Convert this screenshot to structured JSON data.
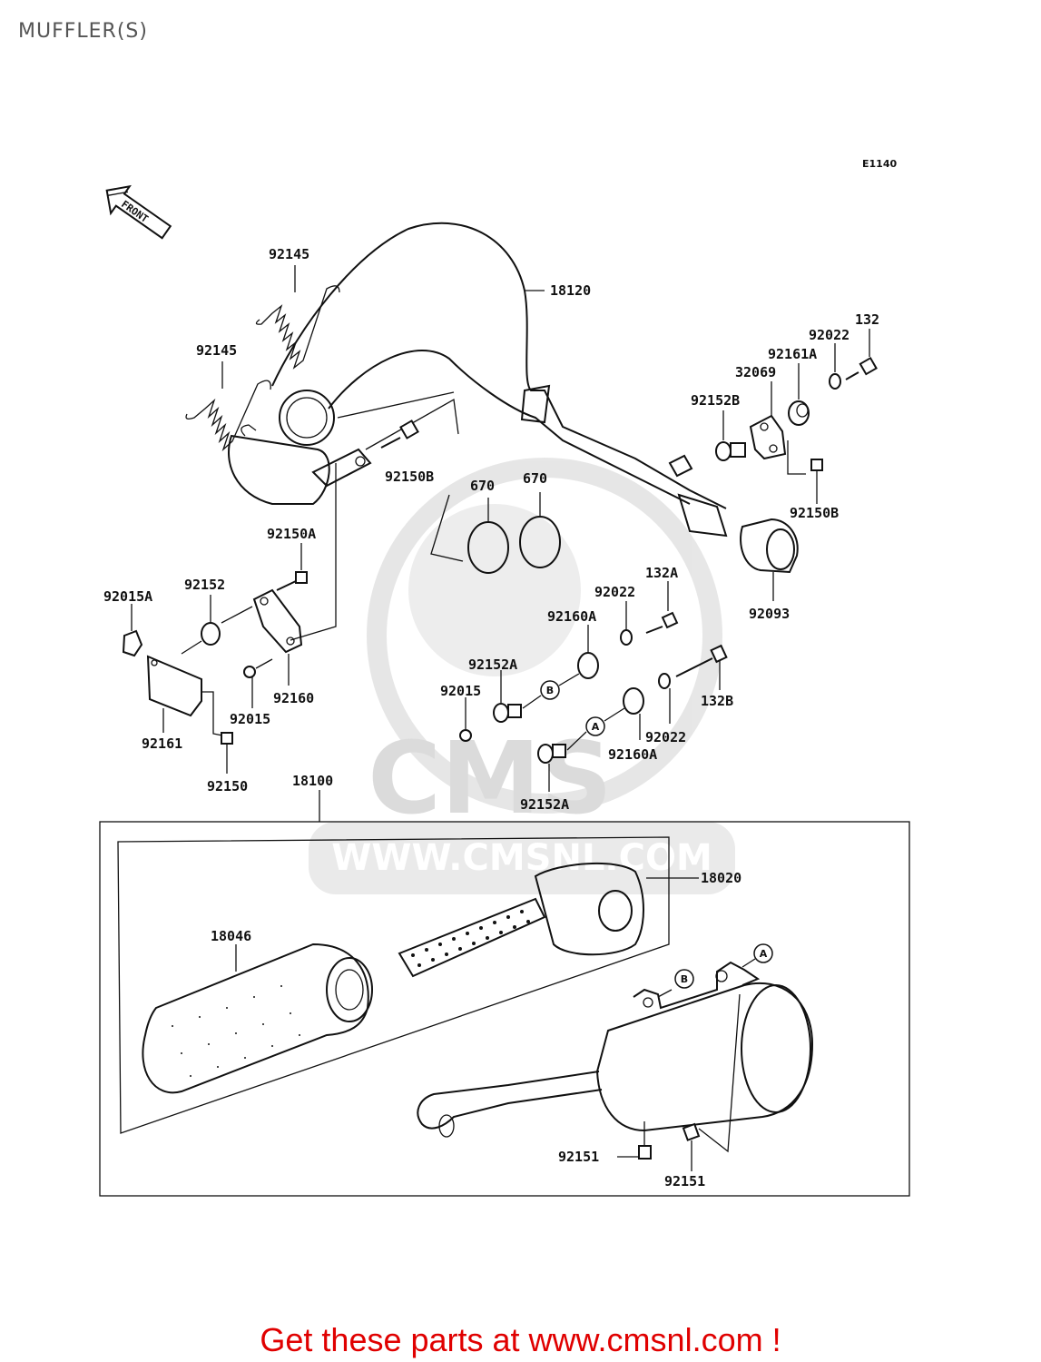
{
  "page": {
    "title": "MUFFLER(S)",
    "diagram_ref": "E1140"
  },
  "front_marker": "FRONT",
  "watermark": {
    "logo": "CMS",
    "url": "WWW.CMSNL.COM"
  },
  "callout_letters": {
    "a": "A",
    "b": "B"
  },
  "labels": {
    "p92145_top": "92145",
    "p18120": "18120",
    "p132": "132",
    "p92022_top": "92022",
    "p92161A": "92161A",
    "p32069": "32069",
    "p92145_mid": "92145",
    "p92152B": "92152B",
    "p92150B_left": "92150B",
    "p670_left": "670",
    "p670_right": "670",
    "p92150B_right": "92150B",
    "p92150A": "92150A",
    "p92152": "92152",
    "p92015A": "92015A",
    "p132A": "132A",
    "p92022_mid": "92022",
    "p92093": "92093",
    "p92160A_top": "92160A",
    "p92152A_top": "92152A",
    "p92015_left": "92015",
    "p92160": "92160",
    "p92015_mid": "92015",
    "p132B": "132B",
    "p92161": "92161",
    "p92022_bottom": "92022",
    "p92160A_bottom": "92160A",
    "p92150": "92150",
    "p18100": "18100",
    "p92152A_bottom": "92152A",
    "p18020": "18020",
    "p18046": "18046",
    "p92151_left": "92151",
    "p92151_right": "92151"
  },
  "footer": {
    "cta": "Get these parts at www.cmsnl.com !"
  },
  "colors": {
    "footer_text": "#e00000",
    "line_art": "#111111",
    "watermark": "#e0e0e0"
  }
}
